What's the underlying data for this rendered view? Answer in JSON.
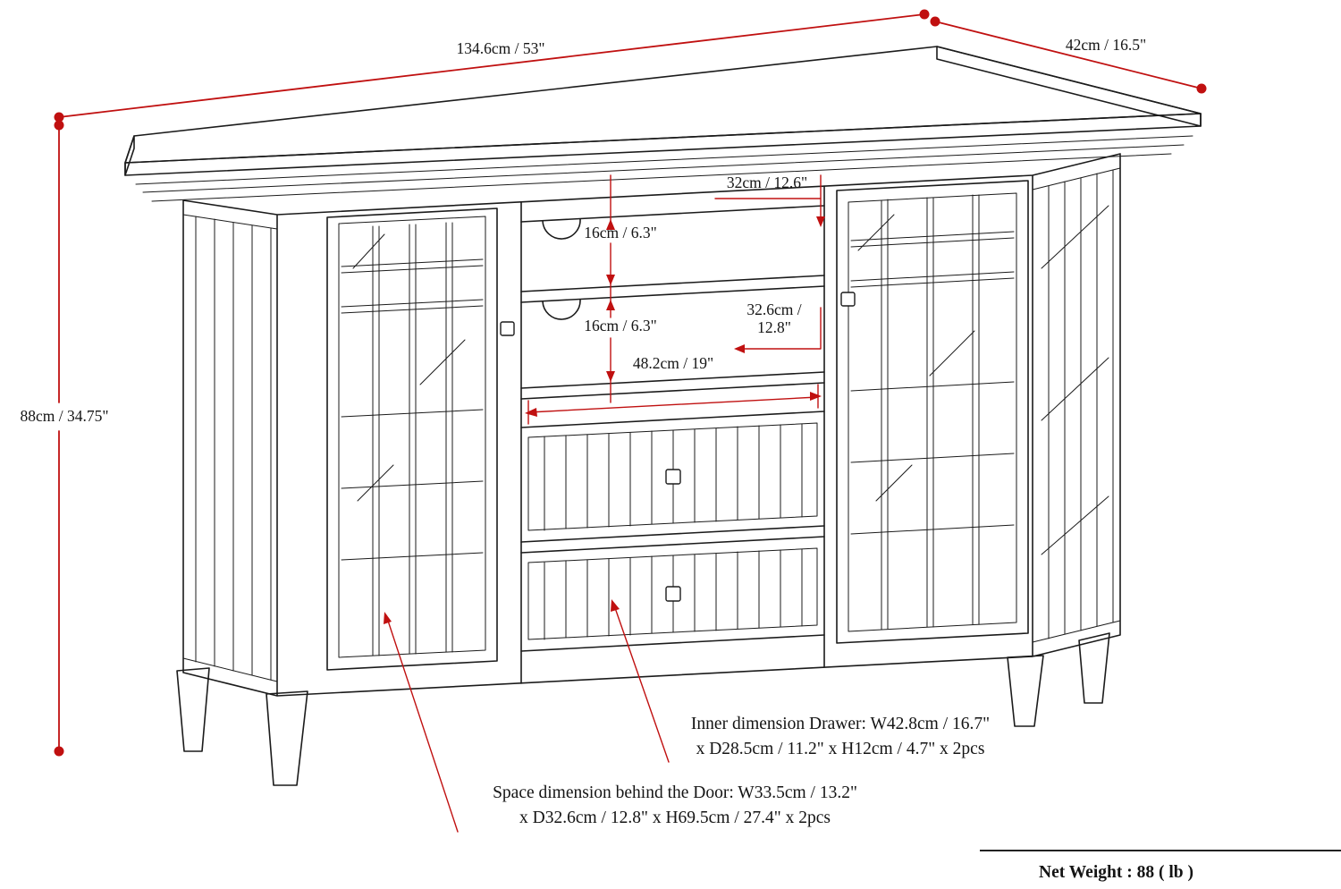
{
  "diagram": {
    "dimensions": {
      "width": "134.6cm / 53\"",
      "depth": "42cm / 16.5\"",
      "height": "88cm / 34.75\"",
      "top_shelf_depth": "32cm / 12.6\"",
      "shelf_gap_1": "16cm / 6.3\"",
      "shelf_gap_2": "16cm / 6.3\"",
      "middle_depth_line1": "32.6cm /",
      "middle_depth_line2": "12.8\"",
      "opening_width": "48.2cm / 19\""
    },
    "notes": {
      "drawer_line1": "Inner dimension Drawer: W42.8cm / 16.7\"",
      "drawer_line2": "x D28.5cm / 11.2\" x H12cm / 4.7\" x 2pcs",
      "door_line1": "Space dimension behind the Door: W33.5cm / 13.2\"",
      "door_line2": "x D32.6cm / 12.8\" x H69.5cm / 27.4\" x 2pcs"
    },
    "footer": {
      "net_weight": "Net Weight : 88 ( lb )"
    },
    "colors": {
      "dimension_red": "#c01010",
      "line_black": "#1b1b1b",
      "background": "#ffffff"
    }
  }
}
